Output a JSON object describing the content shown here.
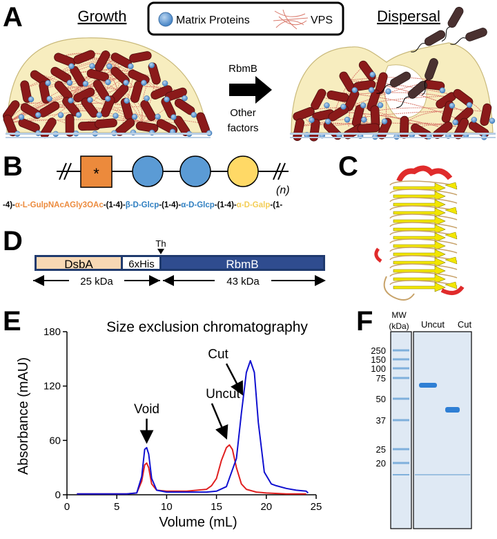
{
  "panels": {
    "a": "A",
    "b": "B",
    "c": "C",
    "d": "D",
    "e": "E",
    "f": "F"
  },
  "panel_a": {
    "growth_title": "Growth",
    "dispersal_title": "Dispersal",
    "legend_matrix": "Matrix Proteins",
    "legend_vps": "VPS",
    "arrow_top": "RbmB",
    "arrow_bottom_1": "Other",
    "arrow_bottom_2": "factors",
    "colors": {
      "biofilm": "#f7edbf",
      "cell": "#8b1a1a",
      "protein": "#5b9bd5",
      "vps": "#d9786a",
      "substrate": "#b8cde3"
    }
  },
  "panel_b": {
    "asterisk": "*",
    "repeat": "(n)",
    "sequence": [
      {
        "text": "-4)-",
        "color": "#000000"
      },
      {
        "text": "α-L-GulpNAcAGly3OAc",
        "color": "#ec8a3c"
      },
      {
        "text": "-(1-4)-",
        "color": "#000000"
      },
      {
        "text": "β-D-Glcp",
        "color": "#2f7fc1"
      },
      {
        "text": "-(1-4)-",
        "color": "#000000"
      },
      {
        "text": "α-D-Glcp",
        "color": "#2f7fc1"
      },
      {
        "text": "-(1-4)-",
        "color": "#000000"
      },
      {
        "text": "α-D-Galp",
        "color": "#f3cd55"
      },
      {
        "text": "-(1-",
        "color": "#000000"
      }
    ],
    "colors": {
      "square": "#ec8a3c",
      "glc": "#5b9bd5",
      "gal": "#ffd966"
    }
  },
  "panel_d": {
    "cleavage_label": "Th",
    "domains": [
      "DsbA",
      "6xHis",
      "RbmB"
    ],
    "sizes": [
      "25 kDa",
      "43 kDa"
    ],
    "colors": {
      "dsba": "#f7d8b4",
      "his": "#ffffff",
      "rbmb": "#2f4c8f",
      "border": "#1f3a6e"
    }
  },
  "chart_data": {
    "type": "line",
    "title": "Size exclusion chromatography",
    "xlabel": "Volume (mL)",
    "ylabel": "Absorbance (mAU)",
    "xlim": [
      0,
      25
    ],
    "ylim": [
      0,
      180
    ],
    "xticks": [
      0,
      5,
      10,
      15,
      20,
      25
    ],
    "yticks": [
      0,
      60,
      120,
      180
    ],
    "series": [
      {
        "name": "Cut",
        "color": "#1010d0",
        "x": [
          1,
          5,
          6,
          7,
          7.5,
          7.8,
          8.0,
          8.2,
          8.5,
          9,
          10,
          12,
          14,
          15,
          16,
          17,
          17.5,
          18,
          18.4,
          18.8,
          19.2,
          19.8,
          20.5,
          21,
          22,
          23,
          24,
          24.2
        ],
        "y": [
          1,
          1,
          1,
          2,
          20,
          50,
          52,
          45,
          18,
          5,
          3,
          3,
          3,
          4,
          9,
          40,
          90,
          135,
          148,
          135,
          80,
          25,
          12,
          10,
          7,
          5,
          4,
          2
        ]
      },
      {
        "name": "Uncut",
        "color": "#e02020",
        "x": [
          1,
          5,
          6,
          7,
          7.5,
          7.8,
          8.0,
          8.2,
          8.5,
          9,
          10,
          12,
          14,
          14.5,
          15,
          15.5,
          16,
          16.3,
          16.6,
          17,
          17.5,
          18,
          19,
          20,
          22,
          24
        ],
        "y": [
          1,
          1,
          1,
          2,
          15,
          33,
          35,
          30,
          12,
          5,
          4,
          4,
          6,
          10,
          18,
          38,
          52,
          55,
          50,
          30,
          12,
          6,
          3,
          2,
          1,
          1
        ]
      }
    ],
    "annotations": [
      {
        "text": "Void",
        "x": 8,
        "y": 52
      },
      {
        "text": "Uncut",
        "x": 16.2,
        "y": 55
      },
      {
        "text": "Cut",
        "x": 17.8,
        "y": 105
      }
    ]
  },
  "panel_f": {
    "mw_label_1": "MW",
    "mw_label_2": "(kDa)",
    "lane_uncut": "Uncut",
    "lane_cut": "Cut",
    "mw_values": [
      "250",
      "150",
      "100",
      "75",
      "50",
      "37",
      "25",
      "20"
    ]
  }
}
